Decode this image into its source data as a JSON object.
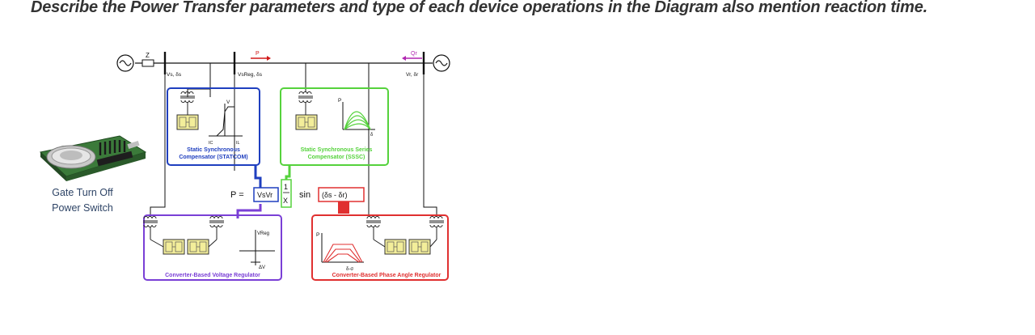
{
  "question": "Describe the Power Transfer parameters and type of each device operations in the Diagram also mention reaction time.",
  "photo": {
    "caption_line1": "Gate Turn Off",
    "caption_line2": "Power Switch"
  },
  "diagram": {
    "impedance": "Z",
    "bus_left": "Vs, δs",
    "bus_mid": "VsReg, δs",
    "bus_right": "Vr, δr",
    "power_p": "P",
    "power_q": "Qr",
    "statcom": {
      "title1": "Static Synchronous",
      "title2": "Compensator (STATCOM)",
      "axis_v": "V",
      "axis_ic": "IC",
      "axis_il": "IL",
      "color": "#1f3fbf"
    },
    "sssc": {
      "title1": "Static Synchronous Series",
      "title2": "Compensator (SSSC)",
      "axis_p": "P",
      "axis_delta": "δ",
      "color": "#55d23c"
    },
    "equation": {
      "p_eq": "P =",
      "vsvr": "VsVr",
      "one": "1",
      "x": "X",
      "sin": "sin",
      "delta_diff": "(δs - δr)"
    },
    "voltage_regulator": {
      "title": "Converter-Based Voltage Regulator",
      "axis_vreg": "VReg",
      "axis_dv": "ΔV",
      "color": "#7a3fd6"
    },
    "phase_angle_regulator": {
      "title": "Converter-Based Phase Angle Regulator",
      "axis_p": "P",
      "axis_delta": "δ-σ",
      "color": "#e03030"
    }
  }
}
